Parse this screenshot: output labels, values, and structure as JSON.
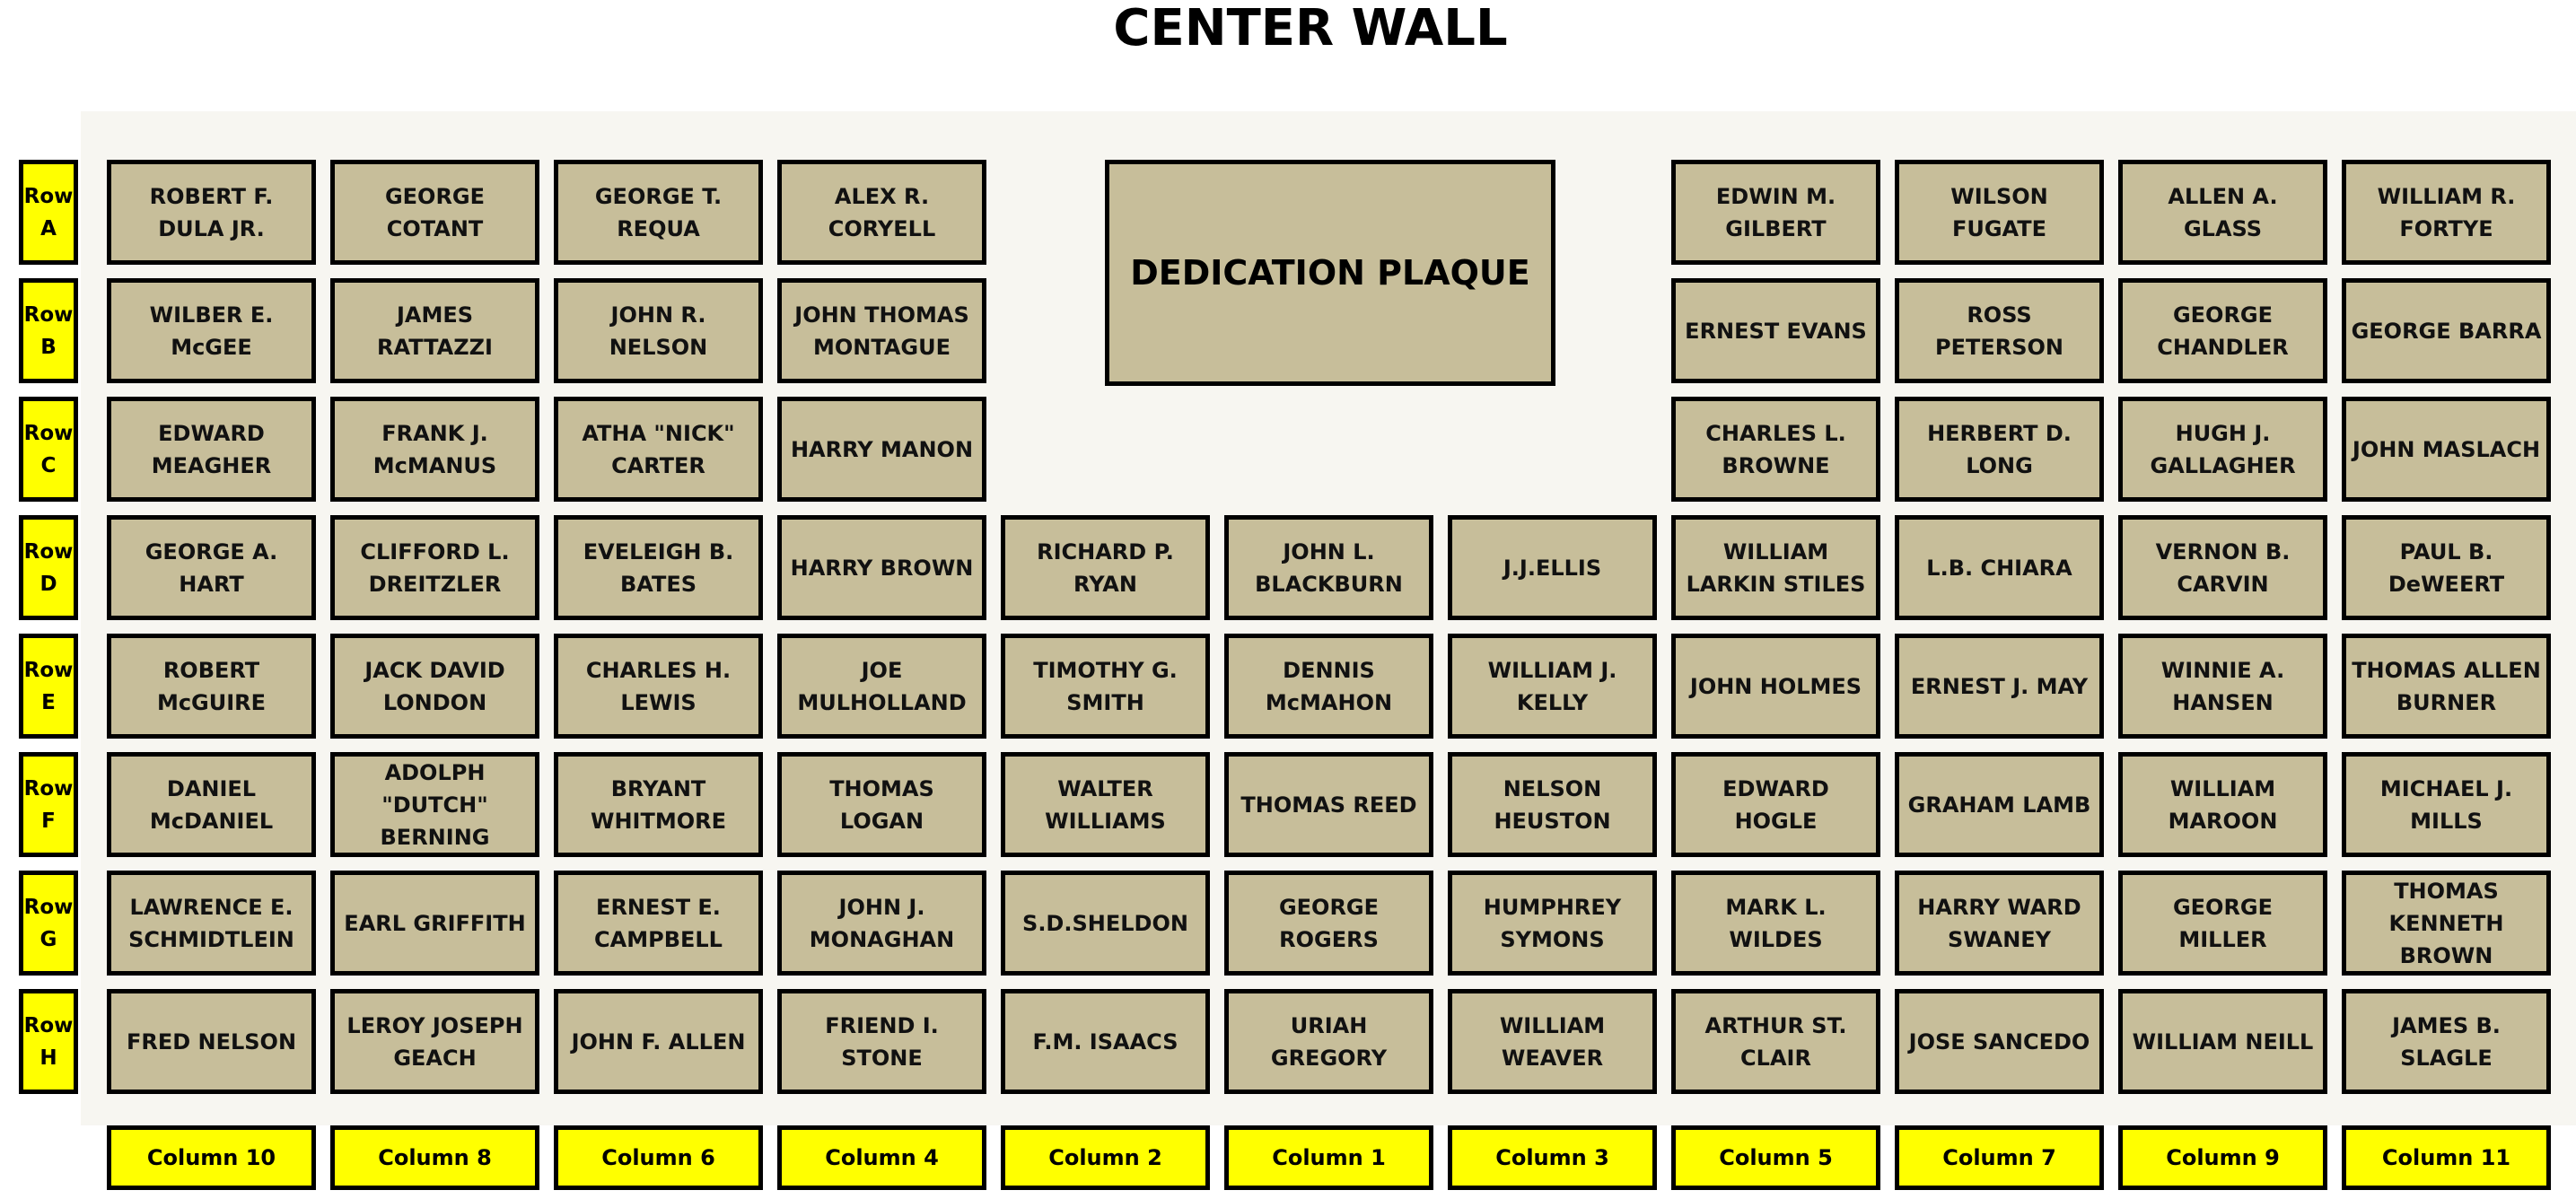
{
  "title": "CENTER WALL",
  "dedication_plaque": "DEDICATION PLAQUE",
  "colors": {
    "plate_fill": "#c7be9a",
    "label_fill": "#ffff00",
    "wall_background": "#f7f6f1",
    "border": "#000000"
  },
  "row_labels": [
    {
      "word": "Row",
      "letter": "A"
    },
    {
      "word": "Row",
      "letter": "B"
    },
    {
      "word": "Row",
      "letter": "C"
    },
    {
      "word": "Row",
      "letter": "D"
    },
    {
      "word": "Row",
      "letter": "E"
    },
    {
      "word": "Row",
      "letter": "F"
    },
    {
      "word": "Row",
      "letter": "G"
    },
    {
      "word": "Row",
      "letter": "H"
    }
  ],
  "column_labels": [
    "Column 10",
    "Column 8",
    "Column 6",
    "Column 4",
    "Column 2",
    "Column 1",
    "Column 3",
    "Column 5",
    "Column 7",
    "Column 9",
    "Column 11"
  ],
  "rows": [
    [
      "ROBERT F. DULA JR.",
      "GEORGE COTANT",
      "GEORGE T. REQUA",
      "ALEX R. CORYELL",
      null,
      null,
      null,
      "EDWIN M. GILBERT",
      "WILSON FUGATE",
      "ALLEN A. GLASS",
      "WILLIAM R. FORTYE"
    ],
    [
      "WILBER E. McGEE",
      "JAMES RATTAZZI",
      "JOHN R. NELSON",
      "JOHN THOMAS MONTAGUE",
      null,
      null,
      null,
      "ERNEST EVANS",
      "ROSS PETERSON",
      "GEORGE CHANDLER",
      "GEORGE BARRA"
    ],
    [
      "EDWARD MEAGHER",
      "FRANK J. McMANUS",
      "ATHA \"NICK\" CARTER",
      "HARRY MANON",
      null,
      null,
      null,
      "CHARLES L. BROWNE",
      "HERBERT D. LONG",
      "HUGH J. GALLAGHER",
      "JOHN MASLACH"
    ],
    [
      "GEORGE A. HART",
      "CLIFFORD L. DREITZLER",
      "EVELEIGH B. BATES",
      "HARRY BROWN",
      "RICHARD P. RYAN",
      "JOHN L. BLACKBURN",
      "J.J.ELLIS",
      "WILLIAM LARKIN STILES",
      "L.B. CHIARA",
      "VERNON B. CARVIN",
      "PAUL B. DeWEERT"
    ],
    [
      "ROBERT McGUIRE",
      "JACK DAVID LONDON",
      "CHARLES H. LEWIS",
      "JOE MULHOLLAND",
      "TIMOTHY G. SMITH",
      "DENNIS McMAHON",
      "WILLIAM J. KELLY",
      "JOHN HOLMES",
      "ERNEST J. MAY",
      "WINNIE A. HANSEN",
      "THOMAS ALLEN BURNER"
    ],
    [
      "DANIEL McDANIEL",
      "ADOLPH \"DUTCH\" BERNING",
      "BRYANT WHITMORE",
      "THOMAS LOGAN",
      "WALTER WILLIAMS",
      "THOMAS REED",
      "NELSON HEUSTON",
      "EDWARD HOGLE",
      "GRAHAM LAMB",
      "WILLIAM MAROON",
      "MICHAEL J. MILLS"
    ],
    [
      "LAWRENCE E. SCHMIDTLEIN",
      "EARL GRIFFITH",
      "ERNEST E. CAMPBELL",
      "JOHN J. MONAGHAN",
      "S.D.SHELDON",
      "GEORGE ROGERS",
      "HUMPHREY SYMONS",
      "MARK L. WILDES",
      "HARRY WARD SWANEY",
      "GEORGE MILLER",
      "THOMAS KENNETH BROWN"
    ],
    [
      "FRED NELSON",
      "LEROY JOSEPH GEACH",
      "JOHN F. ALLEN",
      "FRIEND I. STONE",
      "F.M. ISAACS",
      "URIAH GREGORY",
      "WILLIAM WEAVER",
      "ARTHUR ST. CLAIR",
      "JOSE SANCEDO",
      "WILLIAM  NEILL",
      "JAMES B. SLAGLE"
    ]
  ]
}
